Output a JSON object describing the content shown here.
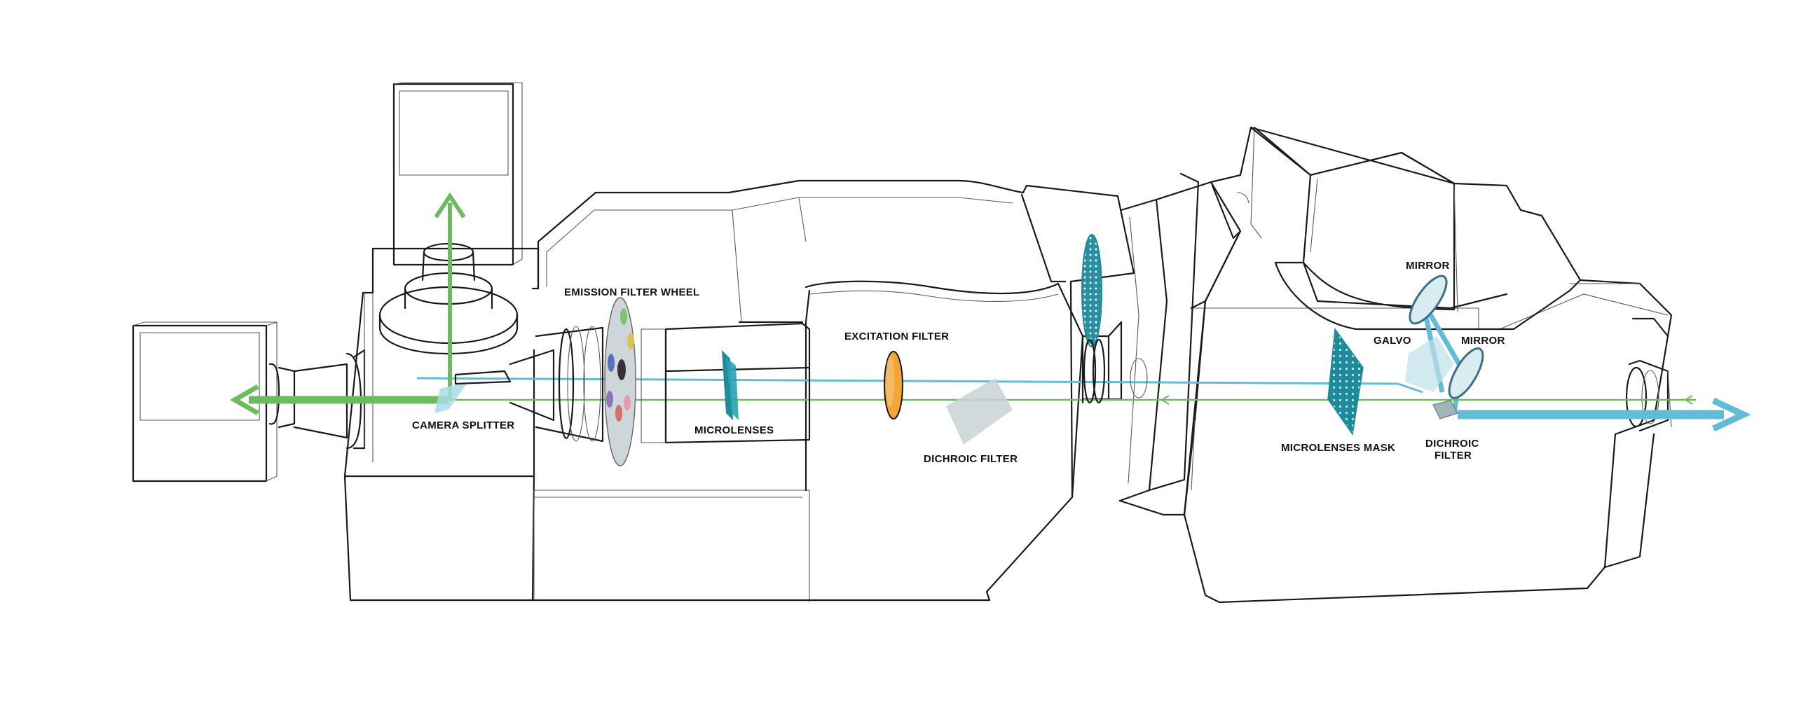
{
  "labels": {
    "emission_filter_wheel": "EMISSION FILTER WHEEL",
    "camera_splitter": "CAMERA SPLITTER",
    "microlenses": "MICROLENSES",
    "excitation_filter": "EXCITATION FILTER",
    "dichroic_filter_left": "DICHROIC FILTER",
    "microlenses_mask": "MICROLENSES MASK",
    "mirror_top": "MIRROR",
    "galvo": "GALVO",
    "mirror_right": "MIRROR",
    "dichroic_filter_right_line1": "DICHROIC",
    "dichroic_filter_right_line2": "FILTER"
  },
  "colors": {
    "emission_beam": "#6dbb5f",
    "excitation_beam": "#62bcd6",
    "teal_optic": "#1f8a9a",
    "excitation_filter_fill": "#f2a63a",
    "outline": "#1a1a1a"
  }
}
